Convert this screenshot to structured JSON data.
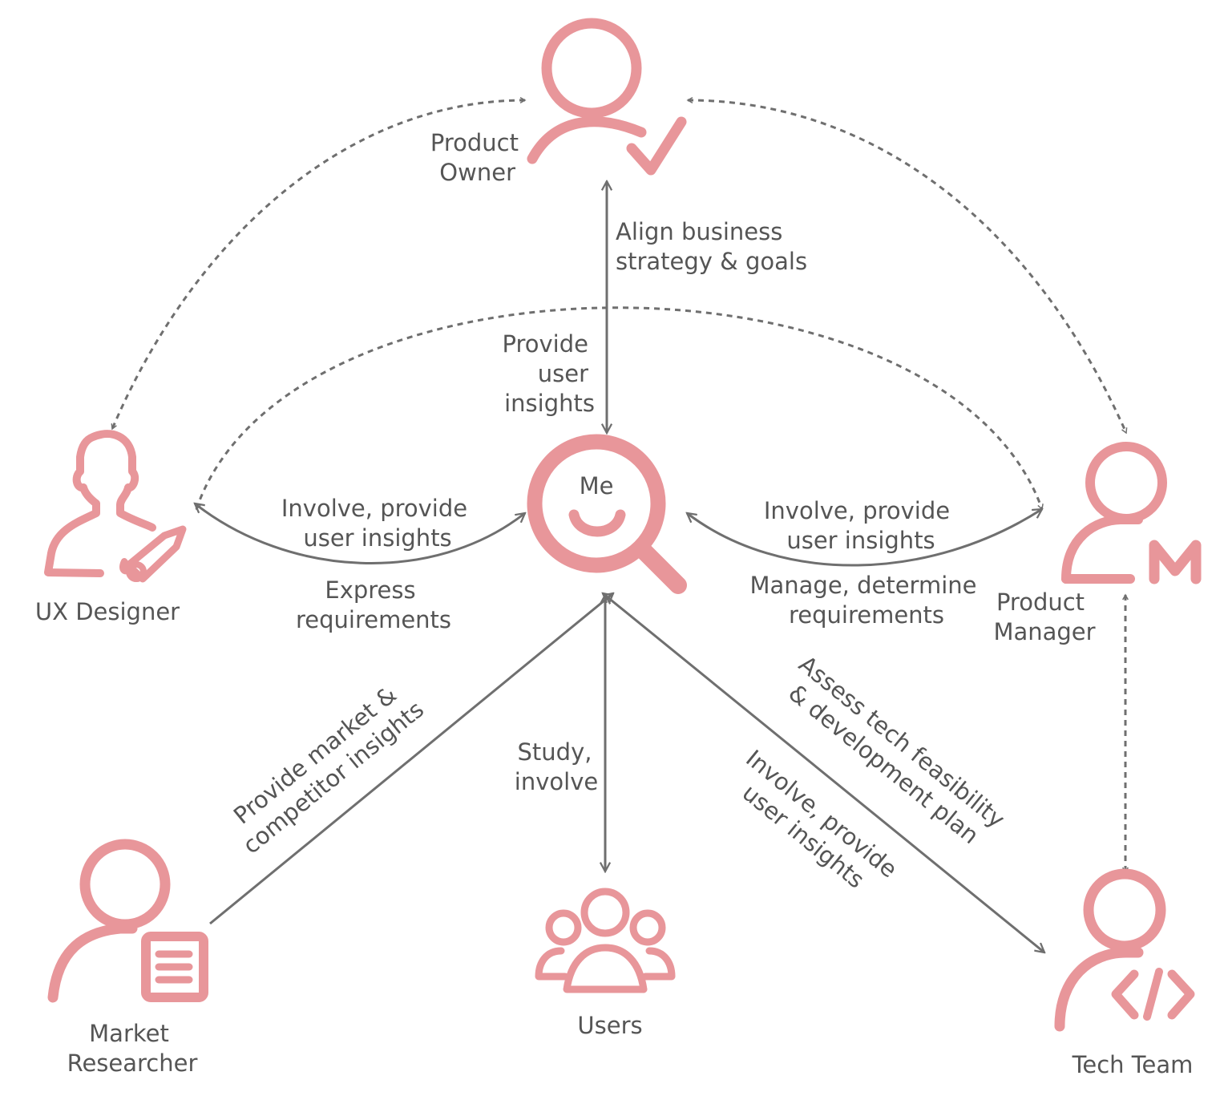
{
  "colors": {
    "icon": "#e8969a",
    "arrow": "#6f6f6f",
    "text": "#555555"
  },
  "nodes": {
    "me": {
      "label": "Me",
      "icon": "magnifier-smile-icon"
    },
    "product_owner": {
      "line1": "Product",
      "line2": "Owner",
      "icon": "user-check-icon"
    },
    "ux_designer": {
      "label": "UX Designer",
      "icon": "user-brush-icon"
    },
    "product_manager": {
      "line1": "Product",
      "line2": "Manager",
      "icon": "user-m-icon"
    },
    "market_researcher": {
      "line1": "Market",
      "line2": "Researcher",
      "icon": "user-document-icon"
    },
    "users": {
      "label": "Users",
      "icon": "group-icon"
    },
    "tech_team": {
      "label": "Tech Team",
      "icon": "user-code-icon"
    }
  },
  "edge_labels": {
    "owner_me": [
      "Align business",
      "strategy & goals"
    ],
    "me_arc_insights": [
      "Provide",
      "user",
      "insights"
    ],
    "ux_to_me": [
      "Involve, provide",
      "user insights"
    ],
    "ux_from_me": [
      "Express",
      "requirements"
    ],
    "pm_to_me": [
      "Involve, provide",
      "user insights"
    ],
    "pm_from_me": [
      "Manage, determine",
      "requirements"
    ],
    "market_to_me": [
      "Provide market &",
      "competitor insights"
    ],
    "me_users": [
      "Study,",
      "involve"
    ],
    "tech_assess": [
      "Assess tech feasibility",
      "& development plan"
    ],
    "tech_involve": [
      "Involve, provide",
      "user insights"
    ]
  }
}
